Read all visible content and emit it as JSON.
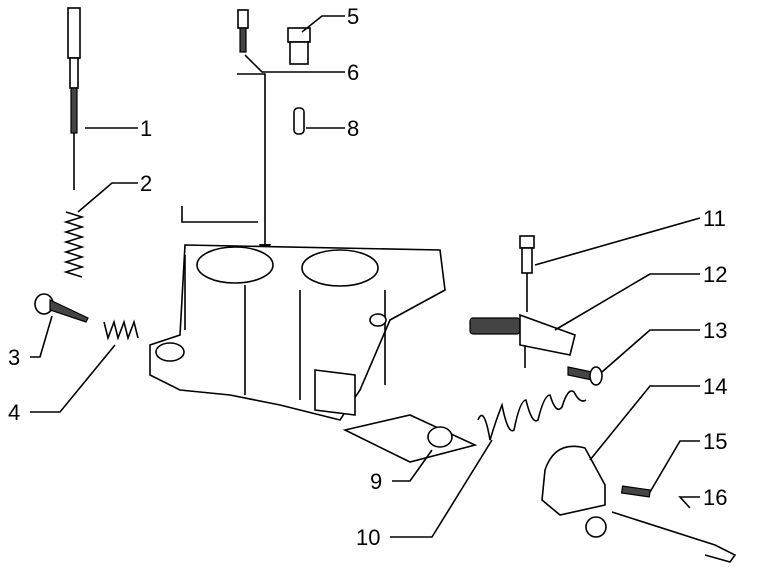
{
  "diagram": {
    "title": "",
    "callouts": [
      {
        "id": "1",
        "label": "1"
      },
      {
        "id": "2",
        "label": "2"
      },
      {
        "id": "3",
        "label": "3"
      },
      {
        "id": "4",
        "label": "4"
      },
      {
        "id": "5",
        "label": "5"
      },
      {
        "id": "6",
        "label": "6"
      },
      {
        "id": "8",
        "label": "8"
      },
      {
        "id": "9",
        "label": "9"
      },
      {
        "id": "10",
        "label": "10"
      },
      {
        "id": "11",
        "label": "11"
      },
      {
        "id": "12",
        "label": "12"
      },
      {
        "id": "13",
        "label": "13"
      },
      {
        "id": "14",
        "label": "14"
      },
      {
        "id": "15",
        "label": "15"
      },
      {
        "id": "16",
        "label": "16"
      }
    ]
  }
}
